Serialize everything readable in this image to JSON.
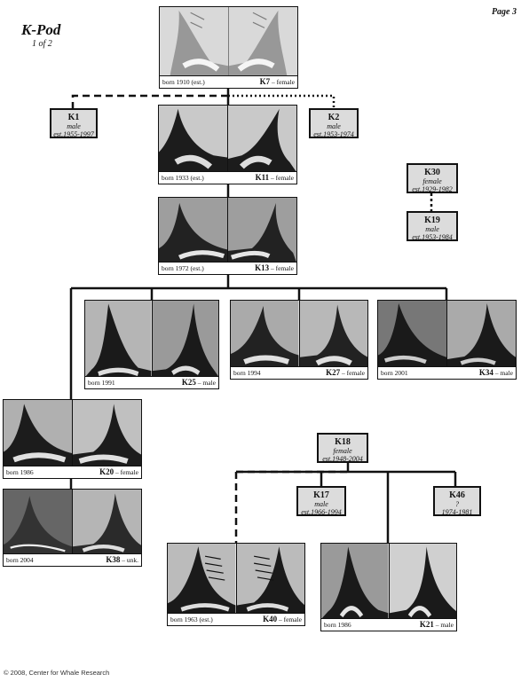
{
  "header": {
    "title": "K-Pod",
    "subtitle": "1 of 2",
    "page": "Page 3"
  },
  "cards": {
    "k7": {
      "born": "born 1910 (est.)",
      "id": "K7",
      "sex": " – female"
    },
    "k11": {
      "born": "born 1933 (est.)",
      "id": "K11",
      "sex": " – female"
    },
    "k13": {
      "born": "born 1972 (est.)",
      "id": "K13",
      "sex": " – female"
    },
    "k25": {
      "born": "born 1991",
      "id": "K25",
      "sex": " – male"
    },
    "k27": {
      "born": "born 1994",
      "id": "K27",
      "sex": " – female"
    },
    "k34": {
      "born": "born 2001",
      "id": "K34",
      "sex": " – male"
    },
    "k20": {
      "born": "born 1986",
      "id": "K20",
      "sex": " – female"
    },
    "k38": {
      "born": "born 2004",
      "id": "K38",
      "sex": " – unk."
    },
    "k40": {
      "born": "born 1963 (est.)",
      "id": "K40",
      "sex": " – female"
    },
    "k21": {
      "born": "born 1986",
      "id": "K21",
      "sex": " – male"
    }
  },
  "boxes": {
    "k1": {
      "id": "K1",
      "sex": "male",
      "years": "est.1955-1997"
    },
    "k2": {
      "id": "K2",
      "sex": "male",
      "years": "est.1953-1974"
    },
    "k30": {
      "id": "K30",
      "sex": "female",
      "years": "est.1929-1982"
    },
    "k19": {
      "id": "K19",
      "sex": "male",
      "years": "est.1953-1984"
    },
    "k18": {
      "id": "K18",
      "sex": "female",
      "years": "est.1948-2004"
    },
    "k17": {
      "id": "K17",
      "sex": "male",
      "years": "est.1966-1994"
    },
    "k46": {
      "id": "K46",
      "sex": "?",
      "years": "1974-1981"
    }
  },
  "footer": {
    "copyright": "© 2008, Center for Whale Research"
  }
}
